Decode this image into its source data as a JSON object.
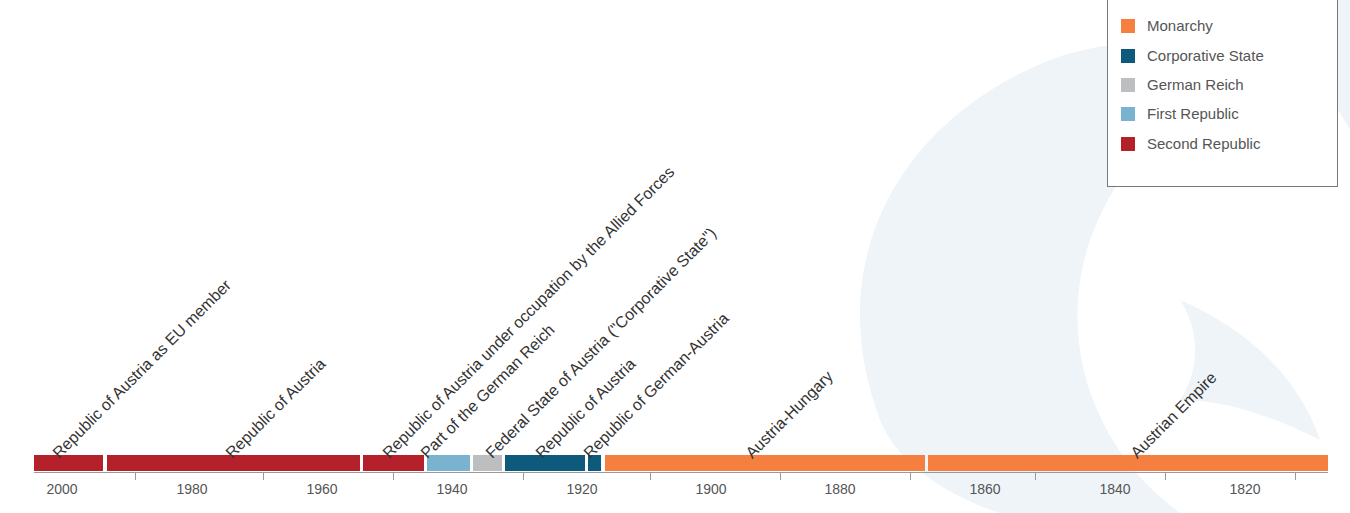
{
  "diagram": {
    "nodes": [
      {
        "text": [
          "Republic of Austria as EU member"
        ]
      },
      {
        "text": [
          "Republic of Austria"
        ]
      },
      {
        "text": [
          "Republic of Austria under occupation by the Allied Forces"
        ]
      },
      {
        "text": [
          "Part of the German Reich"
        ]
      },
      {
        "text": [
          "Federal State of Austria (\"Corporative State\")"
        ]
      },
      {
        "text": [
          "Republic of Austria"
        ]
      },
      {
        "text": [
          "Republic of German-Austria"
        ]
      },
      {
        "text": [
          "Austria-Hungary"
        ]
      },
      {
        "text": [
          "Austrian Empire"
        ]
      }
    ],
    "labels": [
      "2000",
      "1980",
      "1960",
      "1940",
      "1920",
      "1900",
      "1880",
      "1860",
      "1840",
      "1820"
    ],
    "legend": [
      {
        "text": "Monarchy",
        "color": "#f47f3e"
      },
      {
        "text": "Corporative State",
        "color": "#0e5a7d"
      },
      {
        "text": "German Reich",
        "color": "#bdbec0"
      },
      {
        "text": "First Republic",
        "color": "#7ab3d0"
      },
      {
        "text": "Second Republic",
        "color": "#b5212a"
      }
    ]
  }
}
